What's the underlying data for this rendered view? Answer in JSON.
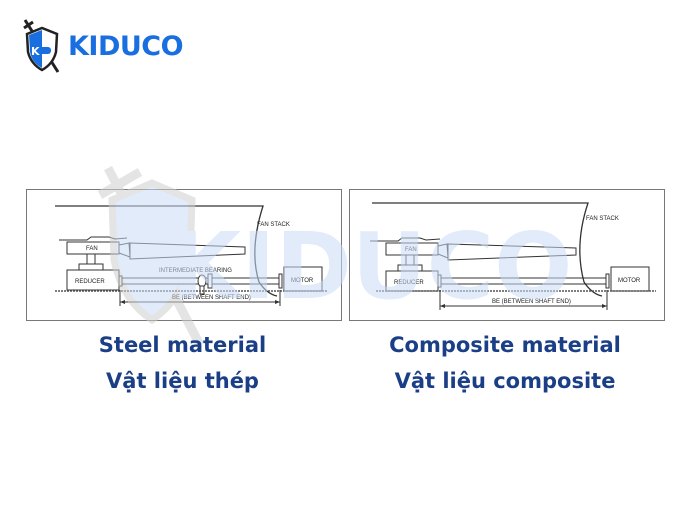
{
  "brand": {
    "name": "KIDUCO",
    "logo_icon": "shield-sword-icon",
    "color": "#1a6fe0"
  },
  "watermark": {
    "text": "KIDUCO",
    "icon": "shield-sword-icon",
    "color": "#dbe7fa"
  },
  "diagrams": [
    {
      "labels": {
        "fan_stack": "FAN STACK",
        "fan": "FAN",
        "reducer": "REDUCER",
        "motor": "MOTOR",
        "intermediate_bearing": "INTERMEDIATE BEARING",
        "be": "BE (BETWEEN SHAFT END)"
      },
      "caption_en": "Steel material",
      "caption_vi": "Vật liệu thép"
    },
    {
      "labels": {
        "fan_stack": "FAN STACK",
        "fan": "FAN",
        "reducer": "REDUCER",
        "motor": "MOTOR",
        "be": "BE (BETWEEN SHAFT END)"
      },
      "caption_en": "Composite material",
      "caption_vi": "Vật liệu composite"
    }
  ],
  "colors": {
    "caption": "#1b3f86",
    "line": "#333333"
  }
}
